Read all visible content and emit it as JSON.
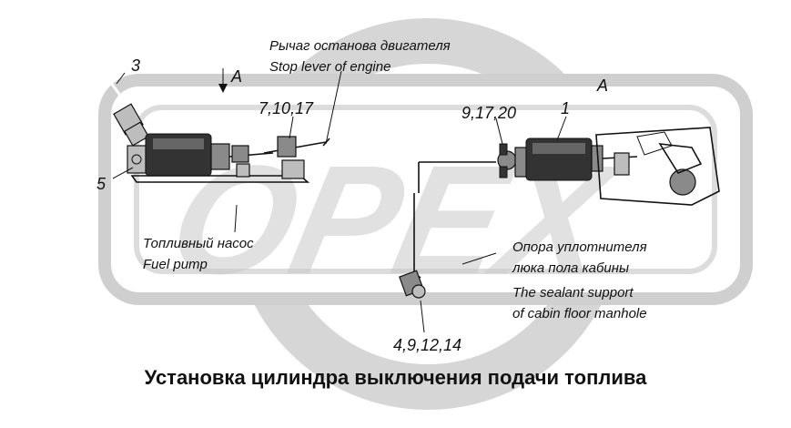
{
  "watermark": {
    "text": "OPEX"
  },
  "callouts": {
    "part_3": "3",
    "part_5": "5",
    "view_a_arrow": "A",
    "view_a": "A",
    "parts_7_10_17": "7,10,17",
    "parts_9_17_20": "9,17,20",
    "part_1": "1",
    "parts_4_9_12_14": "4,9,12,14"
  },
  "labels": {
    "stop_lever_ru": "Рычаг останова двигателя",
    "stop_lever_en": "Stop lever of engine",
    "fuel_pump_ru": "Топливный насос",
    "fuel_pump_en": "Fuel pump",
    "sealant_support_ru_1": "Опора уплотнителя",
    "sealant_support_ru_2": "люка пола кабины",
    "sealant_support_en_1": "The sealant support",
    "sealant_support_en_2": "of cabin floor manhole"
  },
  "caption": "Установка цилиндра выключения подачи топлива",
  "colors": {
    "ink": "#111111",
    "watermark": "#d6d6d6",
    "background": "#ffffff"
  }
}
